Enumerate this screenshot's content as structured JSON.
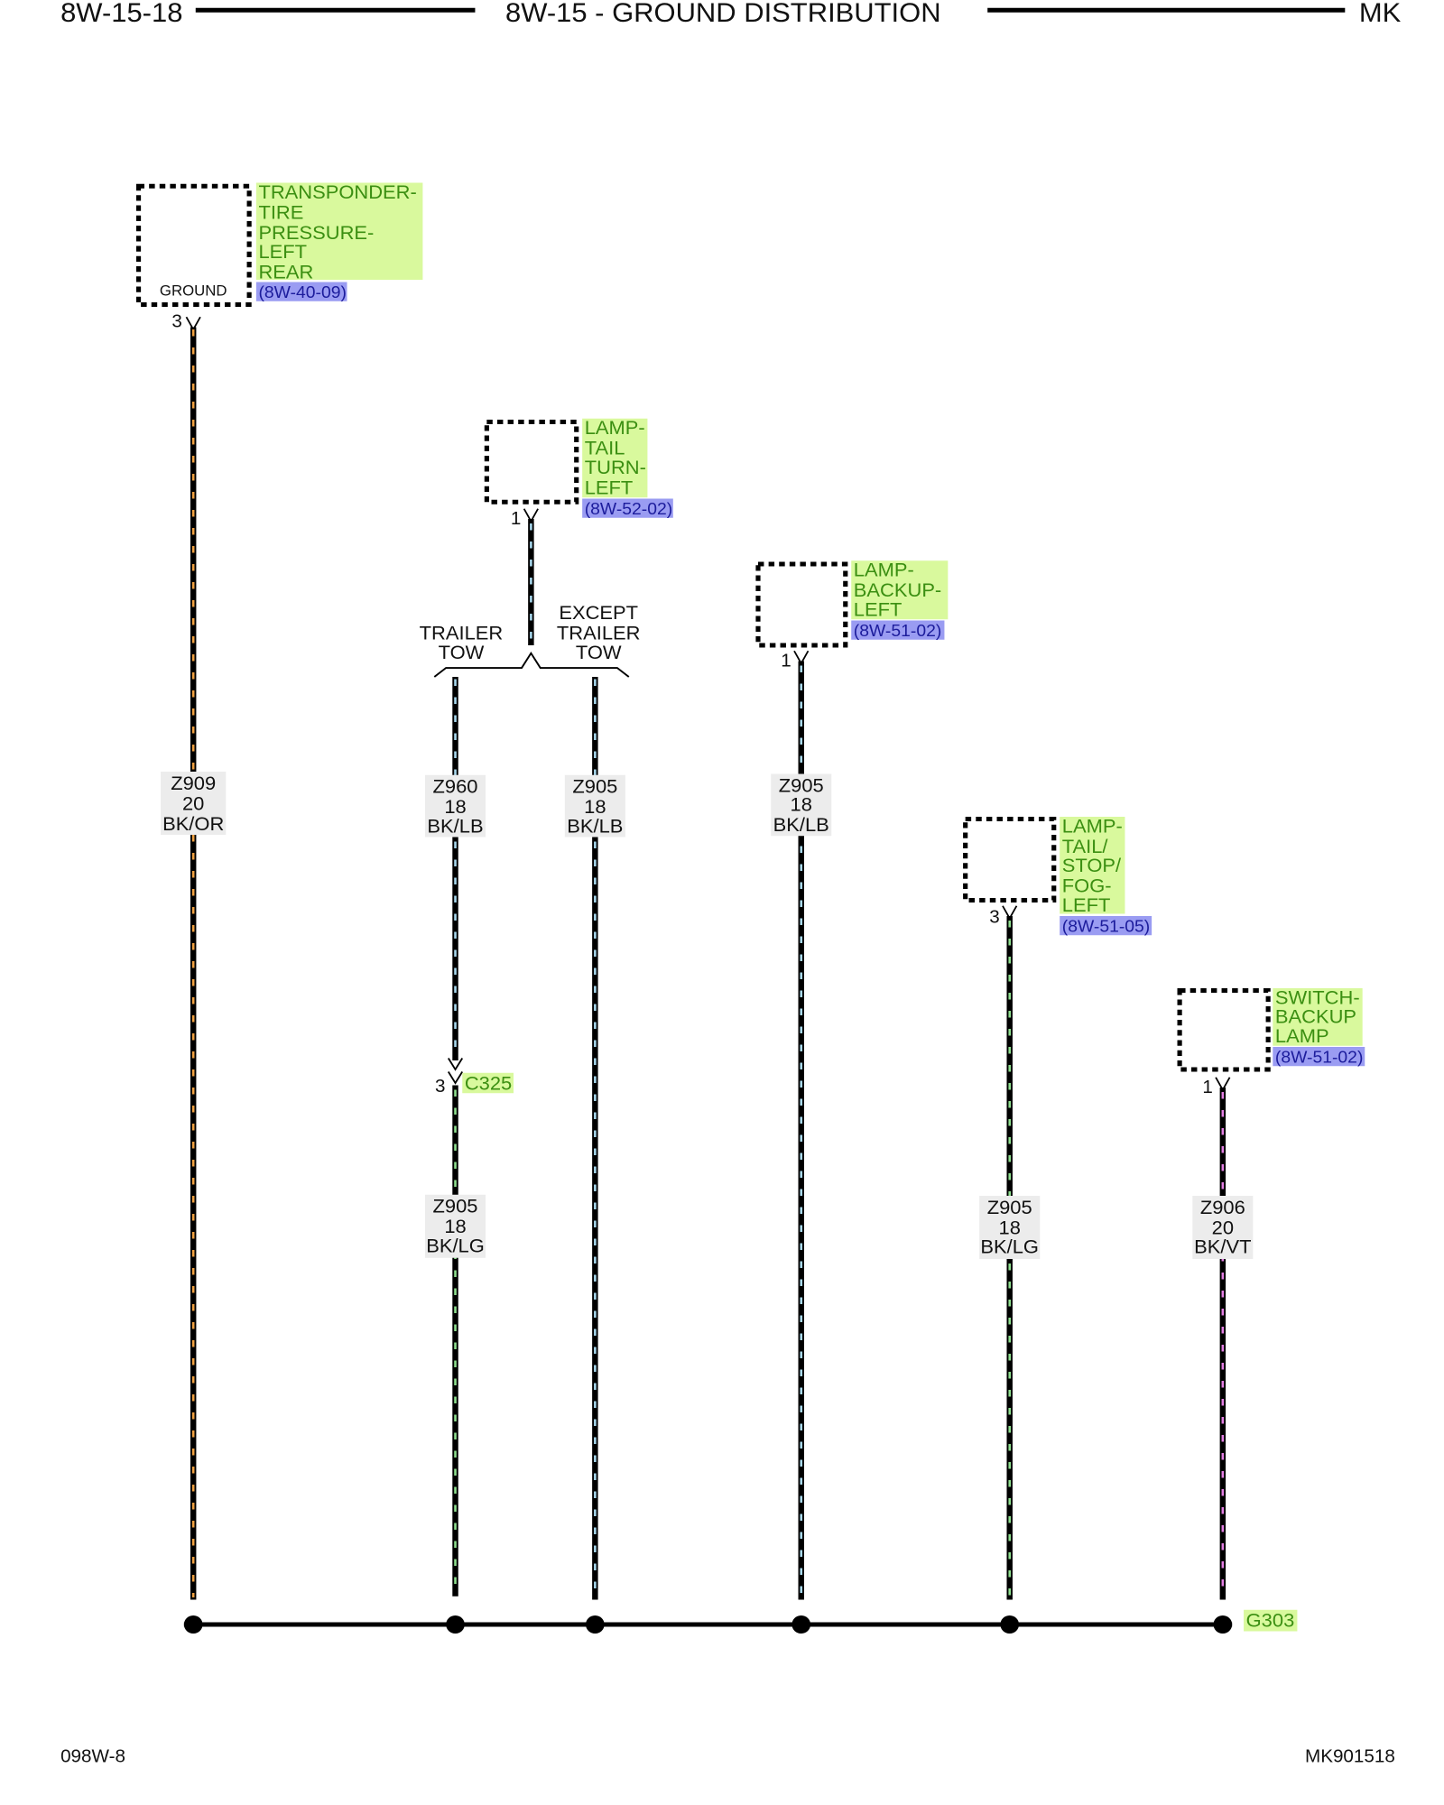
{
  "header": {
    "left": "8W-15-18",
    "title": "8W-15 - GROUND DISTRIBUTION",
    "right": "MK"
  },
  "footer": {
    "left": "098W-8",
    "right": "MK901518"
  },
  "components": [
    {
      "name_lines": [
        "TRANSPONDER-",
        "TIRE",
        "PRESSURE-",
        "LEFT",
        "REAR"
      ],
      "reference": "(8W-40-09)",
      "inner_label": "GROUND",
      "pin": "3"
    },
    {
      "name_lines": [
        "LAMP-",
        "TAIL",
        "TURN-",
        "LEFT"
      ],
      "reference": "(8W-52-02)",
      "pin": "1"
    },
    {
      "name_lines": [
        "LAMP-",
        "BACKUP-",
        "LEFT"
      ],
      "reference": "(8W-51-02)",
      "pin": "1"
    },
    {
      "name_lines": [
        "LAMP-",
        "TAIL/",
        "STOP/",
        "FOG-",
        "LEFT"
      ],
      "reference": "(8W-51-05)",
      "pin": "3"
    },
    {
      "name_lines": [
        "SWITCH-",
        "BACKUP",
        "LAMP"
      ],
      "reference": "(8W-51-02)",
      "pin": "1"
    }
  ],
  "splice": {
    "left_option": [
      "TRAILER",
      "TOW"
    ],
    "right_option": [
      "EXCEPT",
      "TRAILER",
      "TOW"
    ]
  },
  "connector": {
    "name": "C325",
    "pin": "3"
  },
  "wires": [
    {
      "circuit": "Z909",
      "gauge": "20",
      "color_code": "BK/OR"
    },
    {
      "circuit": "Z960",
      "gauge": "18",
      "color_code": "BK/LB"
    },
    {
      "circuit": "Z905",
      "gauge": "18",
      "color_code": "BK/LG"
    },
    {
      "circuit": "Z905",
      "gauge": "18",
      "color_code": "BK/LB"
    },
    {
      "circuit": "Z905",
      "gauge": "18",
      "color_code": "BK/LB"
    },
    {
      "circuit": "Z905",
      "gauge": "18",
      "color_code": "BK/LG"
    },
    {
      "circuit": "Z906",
      "gauge": "20",
      "color_code": "BK/VT"
    }
  ],
  "ground": {
    "name": "G303"
  },
  "colors": {
    "label-bg": "#d9f99d",
    "label-text": "#3b8f12",
    "ref-bg": "#9a9cf2",
    "ref-text": "#1c1c9c",
    "wire-label-bg": "#ececec",
    "tr-or": "#f0a040",
    "tr-lb": "#a9d9ee",
    "tr-lg": "#8fe08f",
    "tr-vt": "#e37fe3"
  }
}
